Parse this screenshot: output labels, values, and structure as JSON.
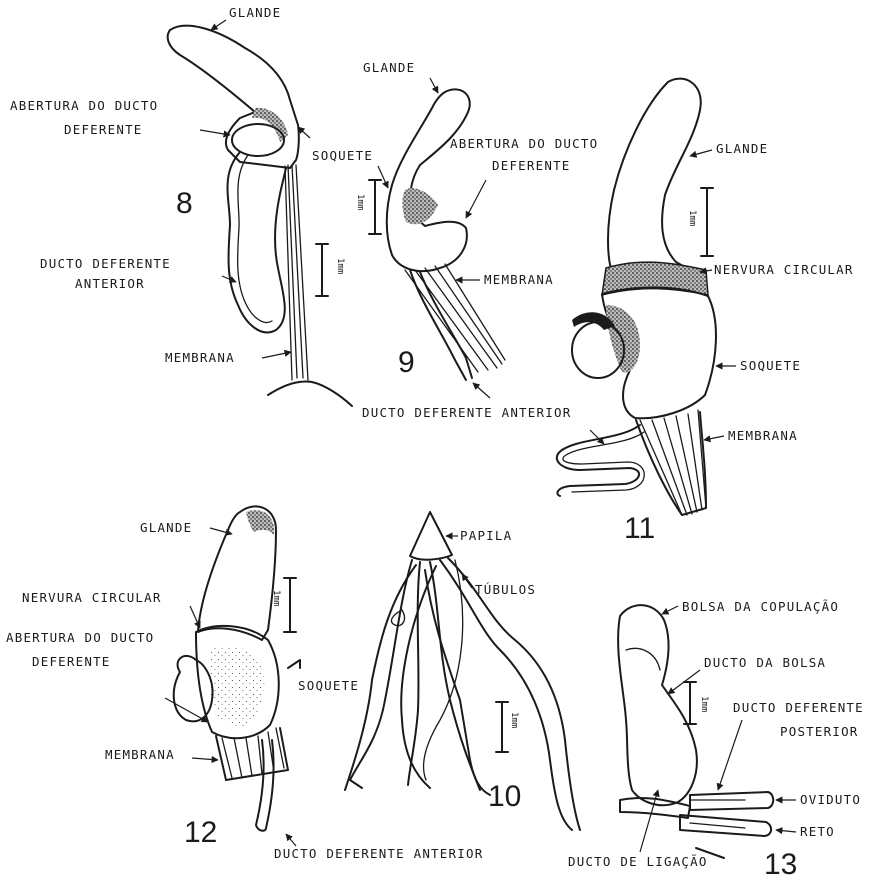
{
  "labels": {
    "fig8_glande": "GLANDE",
    "fig8_abertura_1": "ABERTURA DO DUCTO",
    "fig8_abertura_2": "DEFERENTE",
    "fig8_ducto_1": "DUCTO DEFERENTE",
    "fig8_ducto_2": "ANTERIOR",
    "fig8_membrana": "MEMBRANA",
    "fig9_glande": "GLANDE",
    "fig9_soquete": "SOQUETE",
    "fig9_abertura_1": "ABERTURA DO DUCTO",
    "fig9_abertura_2": "DEFERENTE",
    "fig9_membrana": "MEMBRANA",
    "fig9_ducto": "DUCTO DEFERENTE ANTERIOR",
    "fig11_glande": "GLANDE",
    "fig11_nervura": "NERVURA CIRCULAR",
    "fig11_soquete": "SOQUETE",
    "fig11_membrana": "MEMBRANA",
    "fig12_glande": "GLANDE",
    "fig12_nervura": "NERVURA CIRCULAR",
    "fig12_abertura_1": "ABERTURA DO DUCTO",
    "fig12_abertura_2": "DEFERENTE",
    "fig12_soquete": "SOQUETE",
    "fig12_membrana": "MEMBRANA",
    "fig12_ducto": "DUCTO DEFERENTE ANTERIOR",
    "fig10_papila": "PAPILA",
    "fig10_tubulos": "TÚBULOS",
    "fig13_bolsa": "BOLSA DA COPULAÇÃO",
    "fig13_ducto_bolsa": "DUCTO DA BOLSA",
    "fig13_ducto_def_1": "DUCTO DEFERENTE",
    "fig13_ducto_def_2": "POSTERIOR",
    "fig13_oviduto": "OVIDUTO",
    "fig13_reto": "RETO",
    "fig13_ligacao": "DUCTO DE LIGAÇÃO"
  },
  "figure_numbers": {
    "fig8": "8",
    "fig9": "9",
    "fig10": "10",
    "fig11": "11",
    "fig12": "12",
    "fig13": "13"
  },
  "scale_bars": {
    "fig8": "1mm",
    "fig9": "1mm",
    "fig10": "1mm",
    "fig11": "1mm",
    "fig12": "1mm",
    "fig13": "1mm"
  },
  "colors": {
    "ink": "#1b1b1b",
    "paper": "#ffffff",
    "dark_shade": "#2a2a2a"
  }
}
